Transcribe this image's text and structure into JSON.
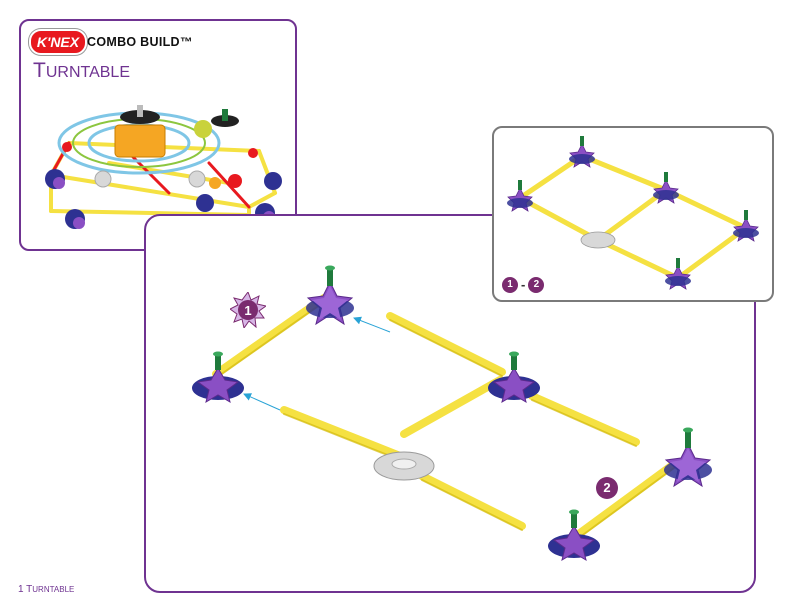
{
  "header": {
    "logo_text": "K'NEX",
    "series_label": "COMBO BUILD™",
    "title_initial": "T",
    "title_rest": "URNTABLE"
  },
  "inset": {
    "caption_from": "1",
    "caption_sep": "-",
    "caption_to": "2"
  },
  "steps": {
    "step1": "1",
    "step2": "2"
  },
  "footer": {
    "page_number": "1",
    "label_initial": "T",
    "label_rest": "URNTABLE"
  },
  "colors": {
    "brand_purple": "#6f3391",
    "rod_yellow": "#f5e142",
    "connector_purple": "#8a4fc4",
    "connector_blue": "#2e3192",
    "connector_white": "#d8d8d8",
    "pin_green": "#1f7a3c",
    "arrow_blue": "#29a3d6",
    "logo_red": "#e8191f"
  }
}
